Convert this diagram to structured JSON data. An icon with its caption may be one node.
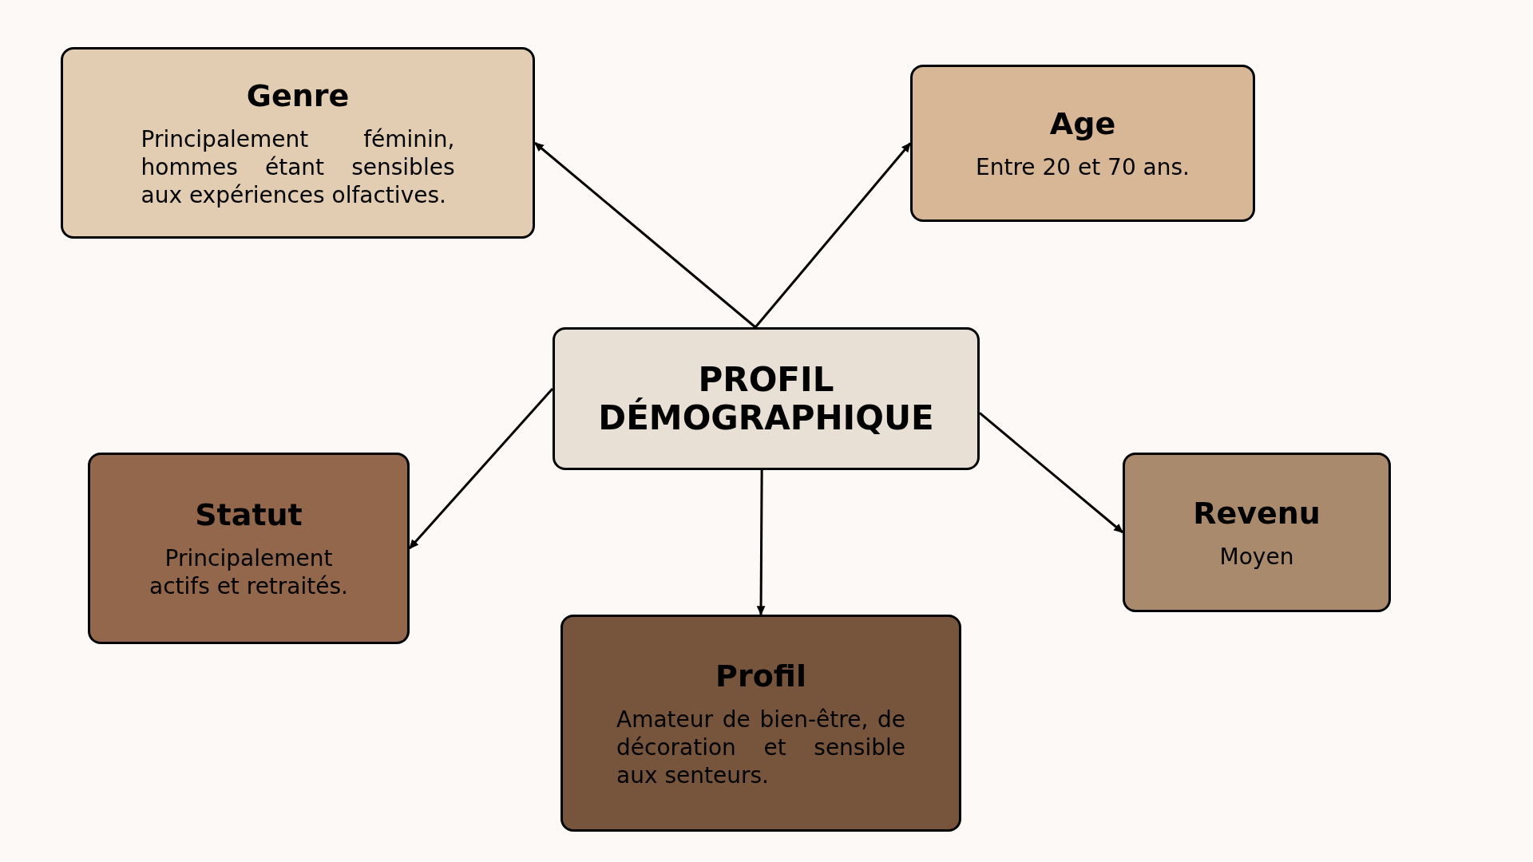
{
  "diagram": {
    "nodes": [
      {
        "text": [
          "Genre",
          "Principalement féminin, hommes étant sensibles aux expériences olfactives."
        ]
      },
      {
        "text": [
          "Age",
          "Entre 20 et 70 ans."
        ]
      },
      {
        "text": [
          "PROFIL DÉMOGRAPHIQUE"
        ]
      },
      {
        "text": [
          "Statut",
          "Principalement actifs et retraités."
        ]
      },
      {
        "text": [
          "Revenu",
          "Moyen"
        ]
      },
      {
        "text": [
          "Profil",
          "Amateur de bien-être, de décoration et sensible aux senteurs."
        ]
      }
    ],
    "edges": [
      {
        "from": 2,
        "to": 0,
        "arrow": "to"
      },
      {
        "from": 2,
        "to": 1,
        "arrow": "to"
      },
      {
        "from": 2,
        "to": 3,
        "arrow": "to"
      },
      {
        "from": 2,
        "to": 5,
        "arrow": "to"
      },
      {
        "from": 2,
        "to": 4,
        "arrow": "to"
      }
    ]
  }
}
